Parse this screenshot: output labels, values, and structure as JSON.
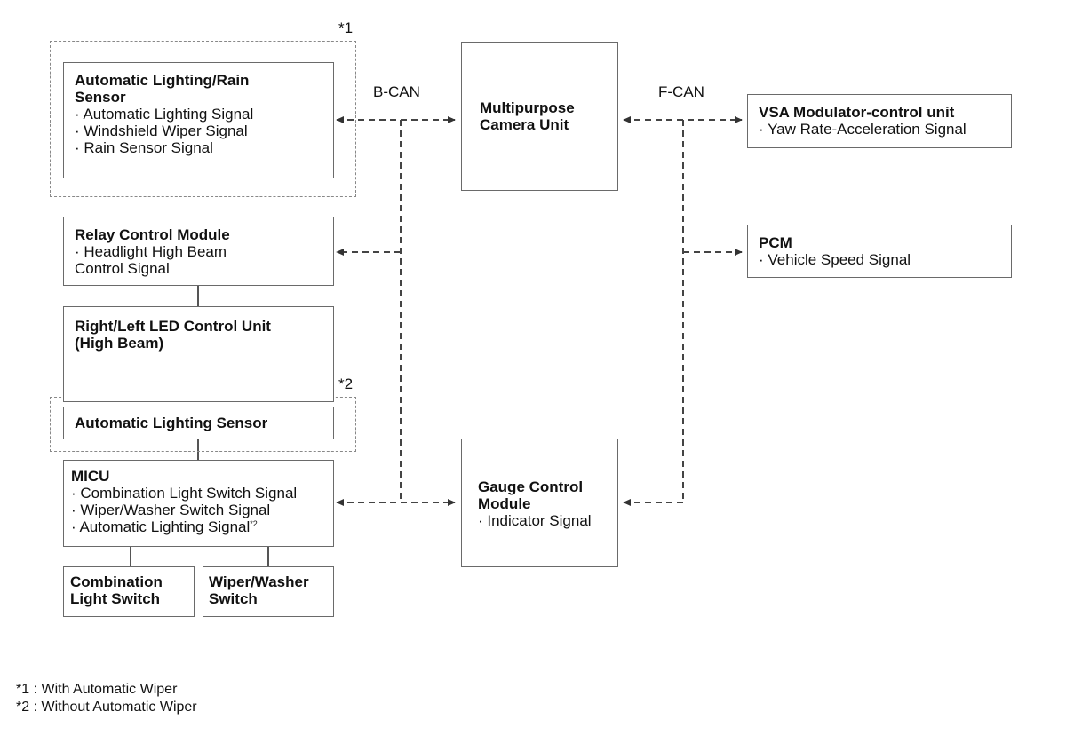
{
  "markers": {
    "opt1": "*1",
    "opt2": "*2"
  },
  "buses": {
    "b_can": "B-CAN",
    "f_can": "F-CAN"
  },
  "rain_sensor": {
    "title": "Automatic Lighting/Rain Sensor",
    "signals": [
      "· Automatic Lighting Signal",
      "· Windshield Wiper Signal",
      "· Rain Sensor Signal"
    ]
  },
  "camera": {
    "title": "Multipurpose Camera Unit"
  },
  "vsa": {
    "title": "VSA Modulator-control unit",
    "signals": [
      "· Yaw Rate-Acceleration Signal"
    ]
  },
  "relay": {
    "title": "Relay Control Module",
    "signals": [
      "· Headlight High Beam Control Signal"
    ]
  },
  "led": {
    "title": "Right/Left LED Control Unit (High Beam)"
  },
  "pcm": {
    "title": "PCM",
    "signals": [
      "· Vehicle Speed Signal"
    ]
  },
  "light_sensor": {
    "title": "Automatic Lighting Sensor"
  },
  "micu": {
    "title": "MICU",
    "signals": [
      "· Combination Light Switch Signal",
      "· Wiper/Washer Switch Signal",
      "· Automatic Lighting Signal"
    ],
    "signal3_note": "*2"
  },
  "gauge": {
    "title": "Gauge Control Module",
    "signals": [
      "· Indicator Signal"
    ]
  },
  "combo_switch": {
    "title": "Combination Light Switch"
  },
  "wiper_switch": {
    "title": "Wiper/Washer Switch"
  },
  "legend": [
    "*1 : With Automatic Wiper",
    "*2 : Without Automatic Wiper"
  ]
}
